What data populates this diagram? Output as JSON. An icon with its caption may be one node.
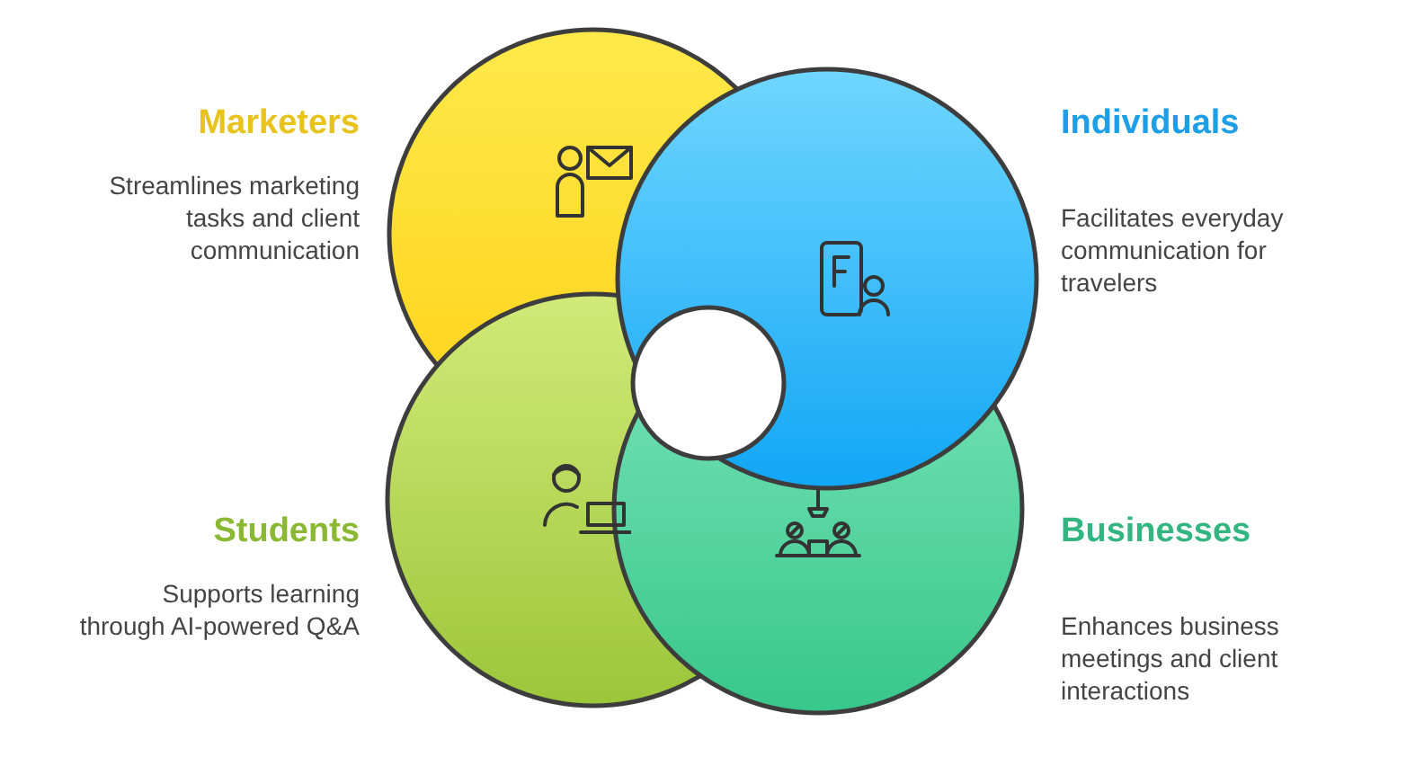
{
  "diagram": {
    "nodes": [
      {
        "text": [
          "Marketers",
          "Streamlines marketing tasks and client communication"
        ]
      },
      {
        "text": [
          "Individuals",
          "Facilitates everyday communication for travelers"
        ]
      },
      {
        "text": [
          "Students",
          "Supports learning through AI-powered Q&A"
        ]
      },
      {
        "text": [
          "Businesses",
          "Enhances business meetings and client interactions"
        ]
      }
    ]
  }
}
